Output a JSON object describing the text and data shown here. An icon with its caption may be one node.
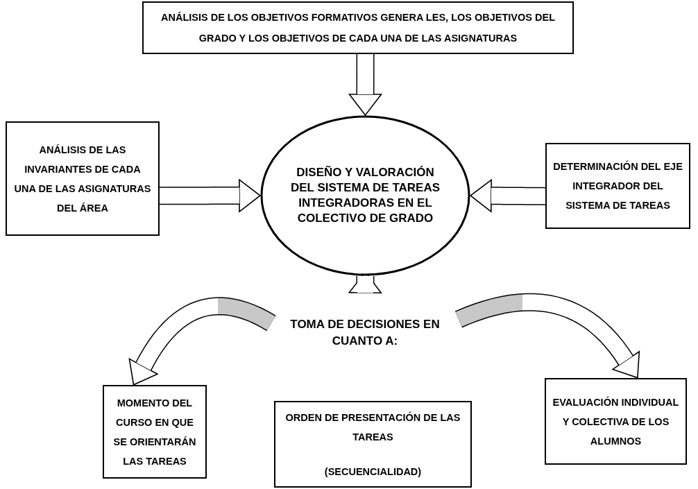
{
  "diagram": {
    "nodes": [
      {
        "text": [
          "ANÁLISIS DE LOS OBJETIVOS FORMATIVOS GENERA LES, LOS OBJETIVOS DEL GRADO Y LOS OBJETIVOS DE CADA UNA DE LAS ASIGNATURAS"
        ]
      },
      {
        "text": [
          "ANÁLISIS DE LAS INVARIANTES DE CADA UNA DE LAS ASIGNATURAS DEL ÁREA"
        ]
      },
      {
        "text": [
          "DISEÑO Y VALORACIÓN DEL SISTEMA DE TAREAS INTEGRADORAS EN EL COLECTIVO DE GRADO"
        ]
      },
      {
        "text": [
          "DETERMINACIÓN DEL EJE INTEGRADOR DEL SISTEMA DE TAREAS"
        ]
      },
      {
        "text": [
          "TOMA DE DECISIONES EN CUANTO A:"
        ]
      },
      {
        "text": [
          "MOMENTO DEL CURSO EN QUE SE ORIENTARÁN LAS TAREAS"
        ]
      },
      {
        "text": [
          "ORDEN DE PRESENTACIÓN DE LAS TAREAS",
          "(SECUENCIALIDAD)"
        ]
      },
      {
        "text": [
          "EVALUACIÓN INDIVIDUAL Y COLECTIVA DE LOS ALUMNOS"
        ]
      }
    ],
    "edges": [
      {
        "from": 0,
        "to": 2,
        "arrow": "to"
      },
      {
        "from": 1,
        "to": 2,
        "arrow": "to"
      },
      {
        "from": 3,
        "to": 2,
        "arrow": "to"
      },
      {
        "from": 2,
        "to": 4,
        "arrow": "to"
      },
      {
        "from": 4,
        "to": 5,
        "arrow": "to"
      },
      {
        "from": 4,
        "to": 7,
        "arrow": "to"
      }
    ]
  }
}
